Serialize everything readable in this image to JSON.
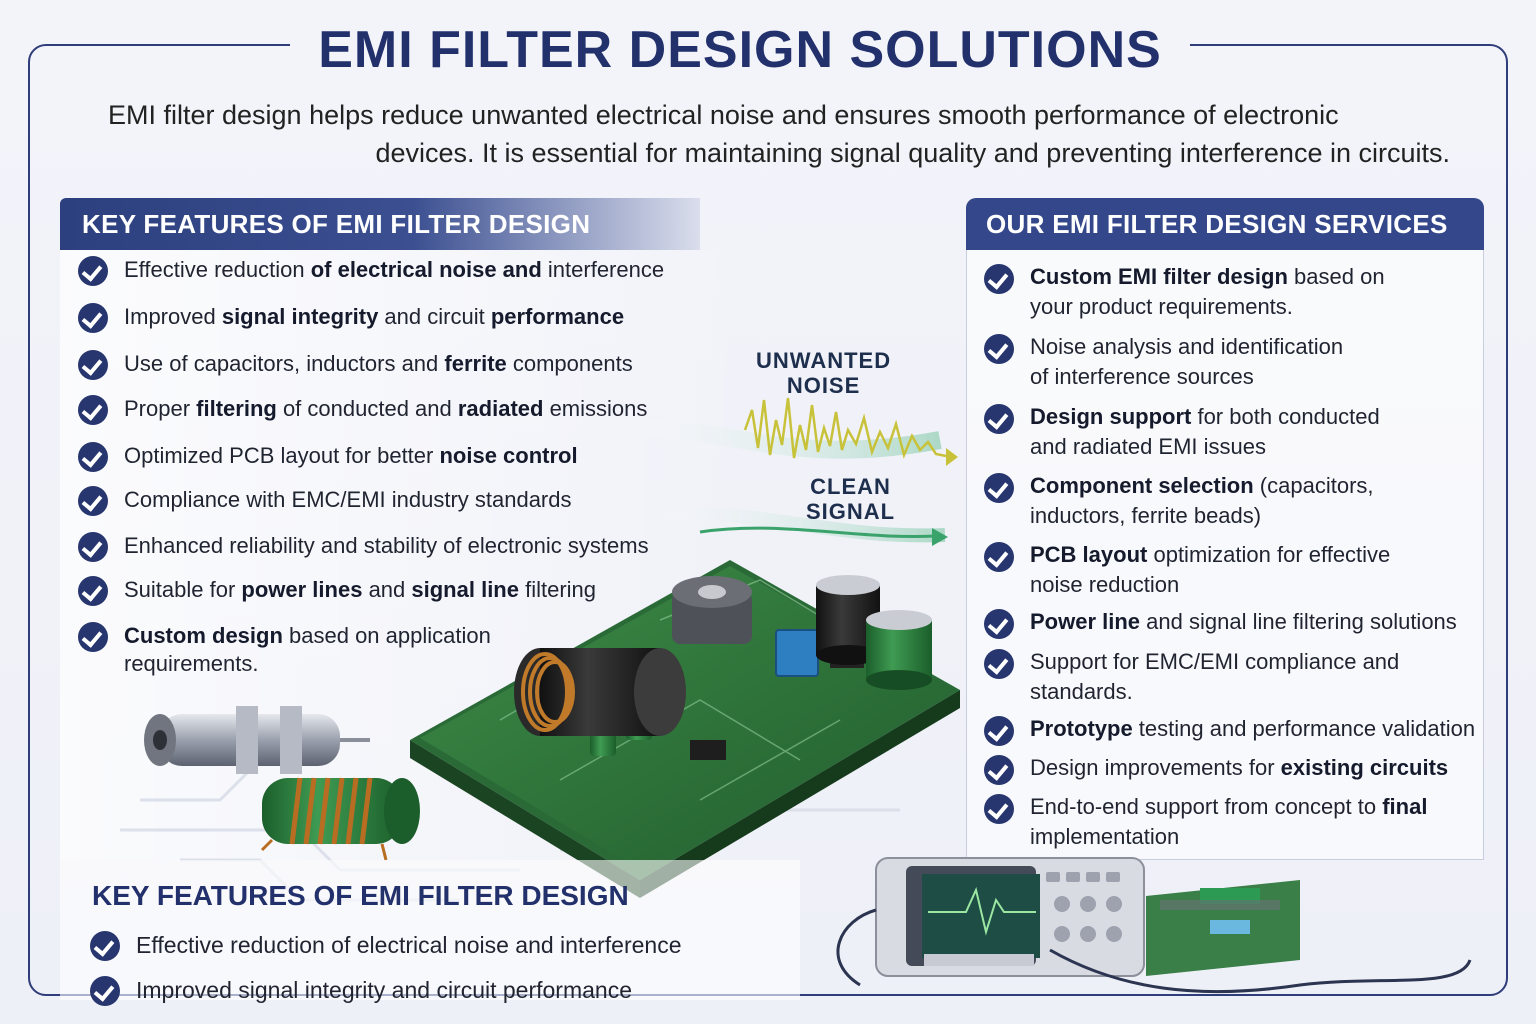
{
  "title": "EMI FILTER DESIGN SOLUTIONS",
  "intro": {
    "line1": "EMI filter design helps reduce unwanted electrical noise and ensures smooth performance of electronic",
    "line2": "devices. It is essential for maintaining signal quality and preventing interference in circuits."
  },
  "features": {
    "heading": "KEY FEATURES OF EMI FILTER DESIGN",
    "items": [
      {
        "a": "Effective reduction ",
        "b": "of electrical",
        "c": " ",
        "d": "noise and",
        "e": " interference"
      },
      {
        "a": "Improved ",
        "b": "signal integrity",
        "c": " and circuit ",
        "d": "performance",
        "e": ""
      },
      {
        "a": "Use of capacitors, inductors and ",
        "b": "ferrite",
        "c": " components",
        "d": "",
        "e": ""
      },
      {
        "a": "Proper ",
        "b": "filtering",
        "c": " of conducted and ",
        "d": "radiated",
        "e": " emissions"
      },
      {
        "a": "Optimized PCB layout for better ",
        "b": "noise control",
        "c": "",
        "d": "",
        "e": ""
      },
      {
        "a": "Compliance with EMC/EMI industry standards",
        "b": "",
        "c": "",
        "d": "",
        "e": ""
      },
      {
        "a": "Enhanced reliability and stability of electronic systems",
        "b": "",
        "c": "",
        "d": "",
        "e": ""
      },
      {
        "a": "Suitable for ",
        "b": "power lines",
        "c": " and ",
        "d": "signal line",
        "e": " filtering"
      },
      {
        "a": "",
        "b": "Custom design",
        "c": " based on application",
        "d": "",
        "e": "",
        "line2": "requirements."
      }
    ]
  },
  "diagram": {
    "noise_line1": "UNWANTED",
    "noise_line2": "NOISE",
    "clean_line1": "CLEAN",
    "clean_line2": "SIGNAL"
  },
  "services": {
    "heading": "OUR EMI FILTER DESIGN SERVICES",
    "items": [
      {
        "b": "Custom EMI filter design",
        "a": " based on",
        "line2": "your product requirements."
      },
      {
        "b": "",
        "a": "Noise analysis and identification",
        "line2": "of interference sources"
      },
      {
        "b": "Design support",
        "a": " for both conducted",
        "line2": "and radiated EMI issues"
      },
      {
        "b": "Component selection",
        "a": " (capacitors,",
        "line2": "inductors, ferrite beads)"
      },
      {
        "b": "PCB layout",
        "a": " optimization for effective",
        "line2": "noise reduction"
      },
      {
        "b": "Power line",
        "a": " and signal line filtering solutions",
        "line2": ""
      },
      {
        "b": "",
        "a": "Support for EMC/EMI compliance and",
        "line2": "standards."
      },
      {
        "b": "Prototype",
        "a": " testing and performance validation",
        "line2": ""
      },
      {
        "b": "",
        "a": "Design improvements for ",
        "b2": "existing circuits",
        "line2": ""
      },
      {
        "b": "",
        "a": "End-to-end support from concept to ",
        "b2": "final",
        "line2": "implementation"
      }
    ]
  },
  "bottom": {
    "heading": "KEY FEATURES OF EMI FILTER DESIGN",
    "items": [
      "Effective reduction of electrical noise and interference",
      "Improved signal integrity and circuit performance"
    ]
  },
  "colors": {
    "navy": "#22306b",
    "header_blue": "#34478a",
    "pcb_green": "#2f7a3a",
    "noise_yellow": "#c8c23a",
    "signal_green": "#3aa36b"
  }
}
